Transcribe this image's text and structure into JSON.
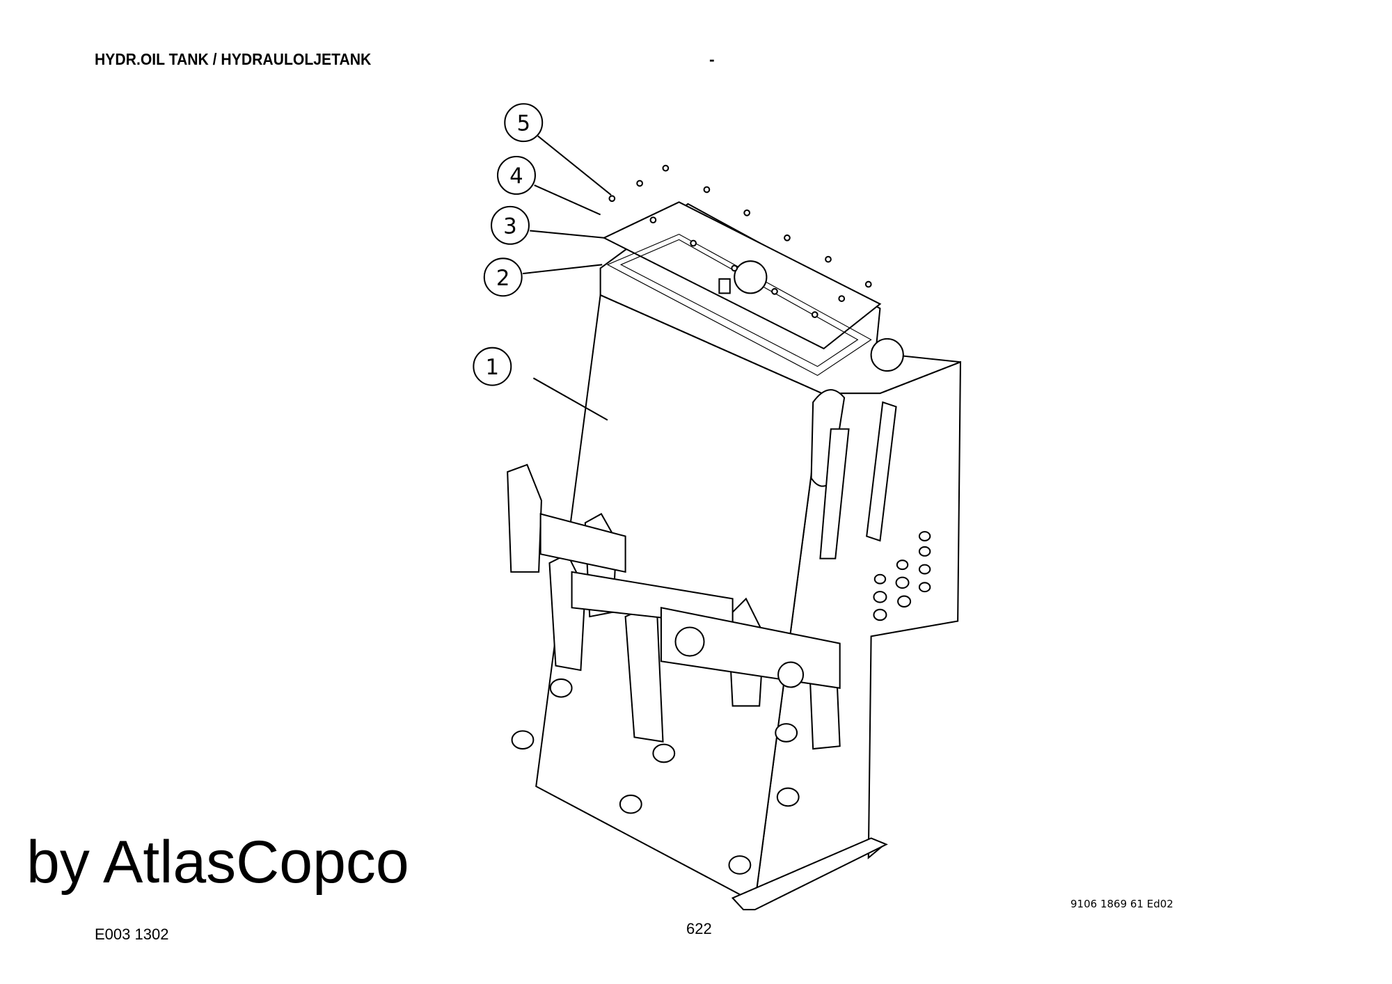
{
  "header": {
    "title": "HYDR.OIL TANK / HYDRAULOLJETANK",
    "subtitle": "-"
  },
  "footer": {
    "figure_code": "E003 1302",
    "page_number": "622",
    "document_number": "9106 1869 61 Ed02"
  },
  "watermark": "by AtlasCopco",
  "callouts": [
    "1",
    "2",
    "3",
    "4",
    "5"
  ]
}
